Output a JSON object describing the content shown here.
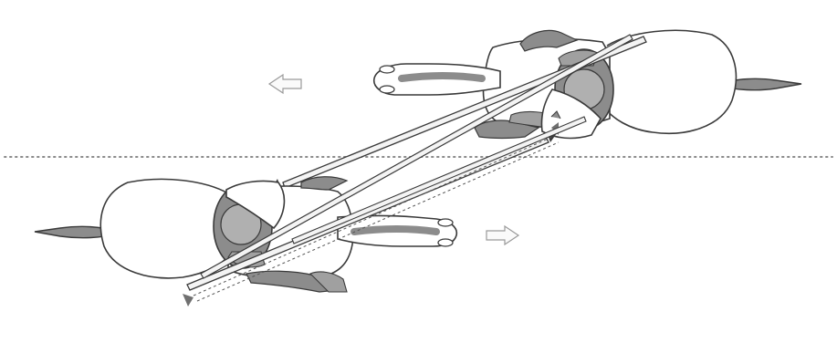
{
  "diagram": {
    "kind": "top-view illustration",
    "text_labels": [],
    "colors": {
      "background": "#ffffff",
      "outline": "#3a3a3a",
      "shade": "#8c8c8c",
      "shade_light": "#b0b0b0",
      "lance": "#f4f4f4",
      "divider": "#8a8a8a",
      "arrow": "#9a9a9a"
    },
    "elements": {
      "upper_rider": {
        "travel_direction": "left",
        "name": "rider-top"
      },
      "lower_rider": {
        "travel_direction": "right",
        "name": "rider-bottom"
      },
      "divider": {
        "style": "dotted"
      }
    }
  }
}
